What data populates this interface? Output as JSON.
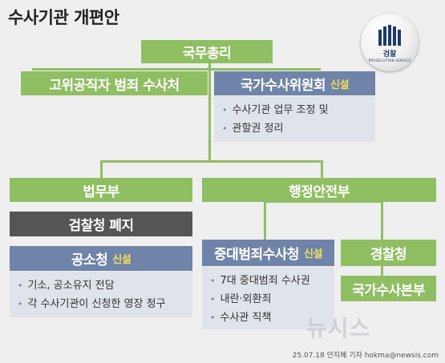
{
  "title": "수사기관 개편안",
  "nodes": {
    "pm": "국무총리",
    "cio": "고위공직자 범죄 수사처",
    "nic": {
      "label": "국가수사위원회",
      "tag": "신설",
      "items": [
        "수사기관 업무 조정 및",
        "관할권 정리"
      ]
    },
    "moj": "법무부",
    "mois": "행정안전부",
    "prosecution_abolish": "검찰청 폐지",
    "indictment": {
      "label": "공소청",
      "tag": "신설",
      "items": [
        "기소, 공소유지 전담",
        "각 수사기관이 신청한 영장 청구"
      ]
    },
    "major_crimes": {
      "label": "중대범죄수사청",
      "tag": "신설",
      "items": [
        "7대 중대범죄 수사권",
        "내란·외환죄",
        "수사관 직책"
      ]
    },
    "police": "경찰청",
    "nib": "국가수사본부"
  },
  "logo": {
    "korean": "검찰",
    "english": "PROSECUTION SERVICE"
  },
  "watermark": "뉴시스",
  "credit": "25.07.18 안지혜 기자 hokma@newsis.com",
  "colors": {
    "green": "#8fbe63",
    "blue": "#6f84a8",
    "dark": "#555555",
    "subbox": "#dfe3ea",
    "background": "#efefef"
  }
}
